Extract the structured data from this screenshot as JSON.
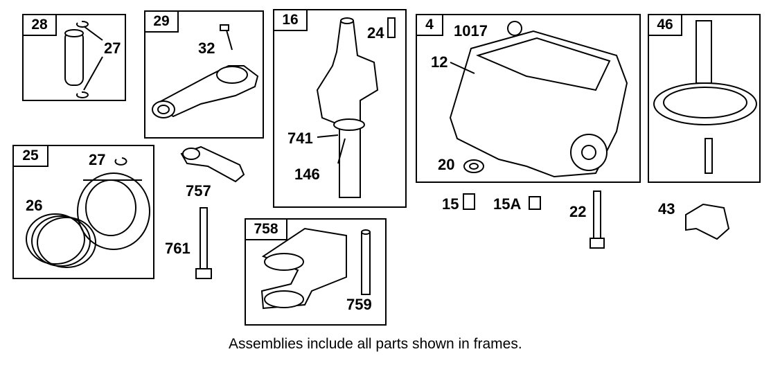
{
  "frames": {
    "f28": "28",
    "f29": "29",
    "f16": "16",
    "f4": "4",
    "f46": "46",
    "f25": "25",
    "f758": "758"
  },
  "labels": {
    "l27a": "27",
    "l32": "32",
    "l24": "24",
    "l1017": "1017",
    "l12": "12",
    "l741": "741",
    "l146": "146",
    "l20": "20",
    "l27b": "27",
    "l26": "26",
    "l757": "757",
    "l761": "761",
    "l759": "759",
    "l15": "15",
    "l15a": "15A",
    "l22": "22",
    "l43": "43"
  },
  "note": "Assemblies include all parts shown in frames."
}
